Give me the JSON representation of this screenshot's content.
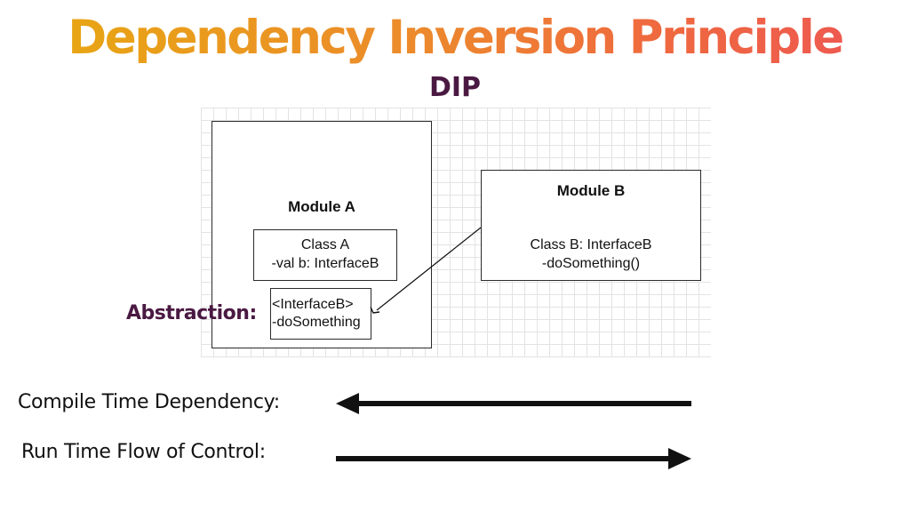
{
  "header": {
    "title": "Dependency Inversion Principle",
    "subtitle": "DIP"
  },
  "diagram": {
    "module_a": {
      "title": "Module A",
      "class_a": {
        "name": "Class A",
        "field": "-val b: InterfaceB"
      },
      "interface_b": {
        "name": "<InterfaceB>",
        "method": "-doSomething"
      }
    },
    "module_b": {
      "title": "Module B",
      "class_b": {
        "name": "Class B: InterfaceB",
        "method": "-doSomething()"
      }
    },
    "abstraction_label": "Abstraction:"
  },
  "legend": {
    "compile_time": "Compile Time Dependency:",
    "run_time": "Run Time Flow of Control:"
  },
  "colors": {
    "title_gradient_start": "#e8a514",
    "title_gradient_end": "#ee5a4f",
    "accent_purple": "#4a1942",
    "line": "#111111"
  }
}
